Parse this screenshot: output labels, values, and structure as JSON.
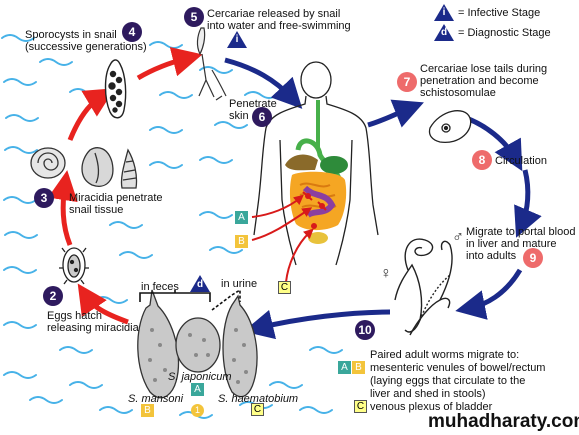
{
  "legend": {
    "infective_letter": "i",
    "infective_label": "= Infective Stage",
    "diagnostic_letter": "d",
    "diagnostic_label": "= Diagnostic Stage"
  },
  "stages": {
    "s1": {
      "number": "1",
      "label": ""
    },
    "s2": {
      "number": "2",
      "label_line1": "Eggs hatch",
      "label_line2": "releasing miracidia"
    },
    "s3": {
      "number": "3",
      "label_line1": "Miracidia penetrate",
      "label_line2": "snail tissue"
    },
    "s4": {
      "number": "4",
      "label_line1": "Sporocysts in snail",
      "label_line2": "(successive generations)"
    },
    "s5": {
      "number": "5",
      "label_line1": "Cercariae released by snail",
      "label_line2": "into water and free-swimming"
    },
    "s6": {
      "number": "6",
      "label_line1": "Penetrate",
      "label_line2": "skin"
    },
    "s7": {
      "number": "7",
      "label_line1": "Cercariae lose tails during",
      "label_line2": "penetration and become",
      "label_line3": "schistosomulae"
    },
    "s8": {
      "number": "8",
      "label": "Circulation"
    },
    "s9": {
      "number": "9",
      "label_line1": "Migrate to portal blood",
      "label_line2": "in liver and mature",
      "label_line3": "into adults"
    },
    "s10": {
      "number": "10",
      "label_line1": "Paired adult worms migrate to:",
      "label_line2": "mesenteric venules of bowel/rectum",
      "label_line3": "(laying eggs that circulate to the",
      "label_line4": "liver and shed in stools)",
      "label_line5": "venous plexus of bladder"
    }
  },
  "eggs": {
    "in_feces": "in feces",
    "in_urine": "in urine",
    "s_mansoni": "S. mansoni",
    "s_japonicum": "S. japonicum",
    "s_haematobium": "S. haematobium"
  },
  "species_letters": {
    "a": "A",
    "b": "B",
    "c": "C"
  },
  "watermark": "muhadharaty.com",
  "colors": {
    "stage_badge": "#2e1a5e",
    "human_stage_badge": "#ee6b6b",
    "snail_cycle_arrow": "#e8231f",
    "human_cycle_arrow": "#1b2a8a",
    "species_a": "#3aa79b",
    "species_b": "#f3c43b",
    "species_c": "#ffff88",
    "water": "#47b2e8"
  },
  "icons": [
    "infective-triangle-icon",
    "diagnostic-triangle-icon",
    "snail-icon",
    "sporocyst-icon",
    "cercaria-icon",
    "miracidium-icon",
    "egg-icon",
    "human-body-icon",
    "schistosomulum-icon",
    "adult-worms-icon",
    "male-symbol-icon",
    "female-symbol-icon"
  ],
  "symbols": {
    "male": "♂",
    "female": "♀"
  }
}
